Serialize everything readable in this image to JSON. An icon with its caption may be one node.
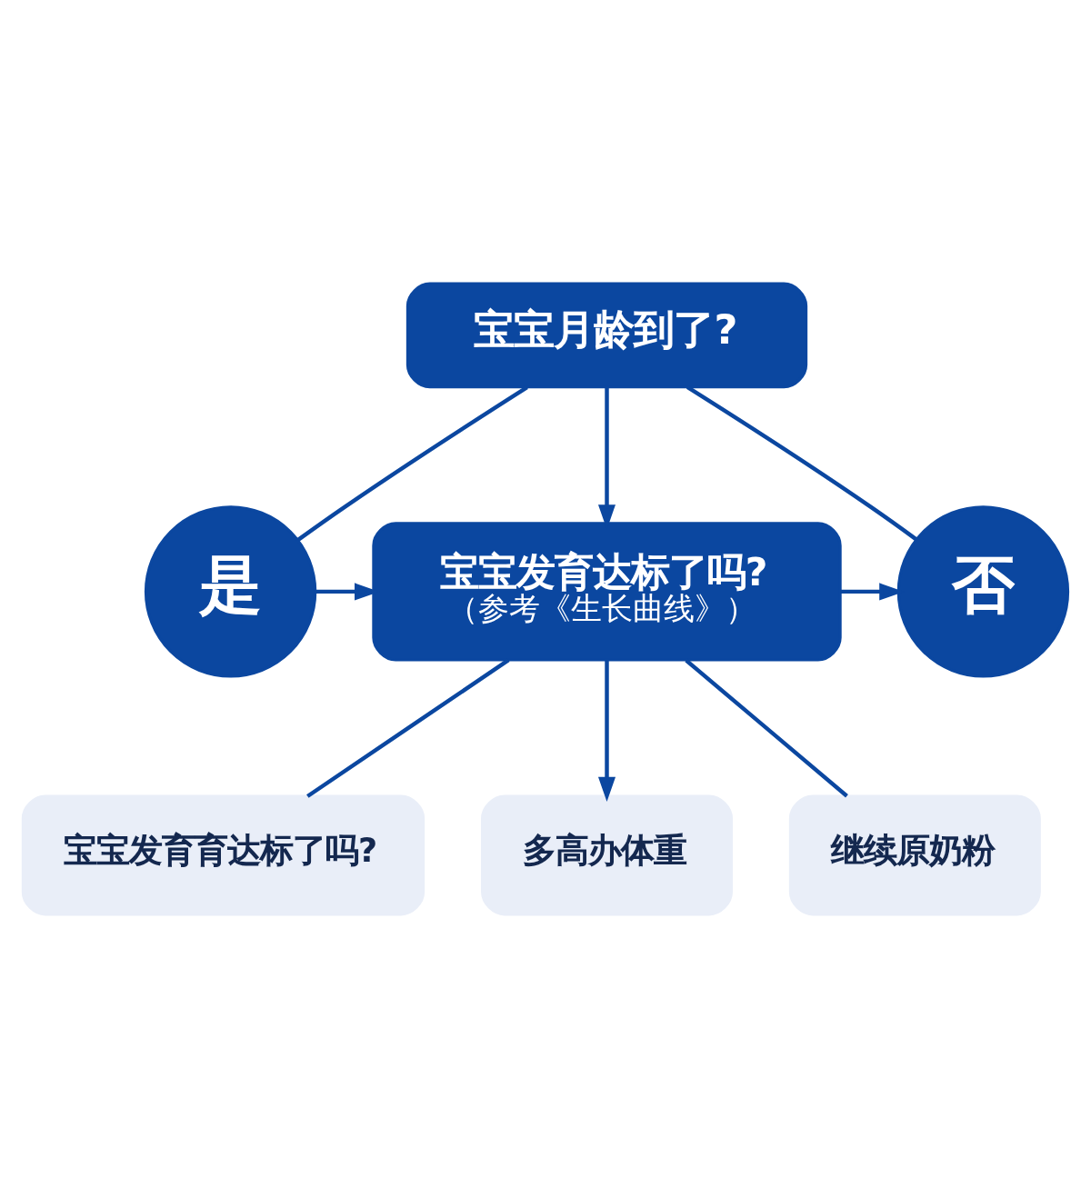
{
  "diagram": {
    "nodes": [
      {
        "text": [
          "宝宝月龄到了?"
        ]
      },
      {
        "text": [
          "是"
        ]
      },
      {
        "text": [
          "宝宝发育达标了吗?",
          "（参考《生长曲线》）"
        ]
      },
      {
        "text": [
          "否"
        ]
      },
      {
        "text": [
          "宝宝发育育达标了吗?"
        ]
      },
      {
        "text": [
          "多高办体重"
        ]
      },
      {
        "text": [
          "继续原奶粉"
        ]
      }
    ],
    "edges": [
      {
        "from": 0,
        "to": 1,
        "arrow": "none"
      },
      {
        "from": 0,
        "to": 2,
        "arrow": "to"
      },
      {
        "from": 0,
        "to": 3,
        "arrow": "none"
      },
      {
        "from": 1,
        "to": 2,
        "arrow": "to"
      },
      {
        "from": 2,
        "to": 3,
        "arrow": "to"
      },
      {
        "from": 2,
        "to": 4,
        "arrow": "none"
      },
      {
        "from": 2,
        "to": 5,
        "arrow": "to"
      },
      {
        "from": 2,
        "to": 6,
        "arrow": "none"
      }
    ]
  }
}
